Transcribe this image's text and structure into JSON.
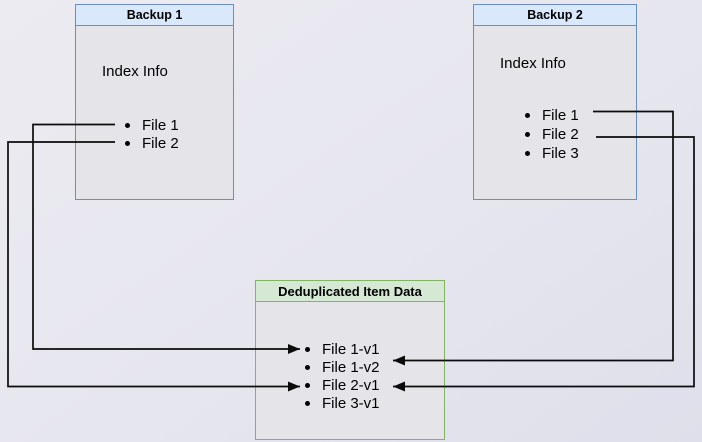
{
  "diagram": {
    "backup1": {
      "title": "Backup 1",
      "section_label": "Index Info",
      "items": [
        {
          "label": "File 1"
        },
        {
          "label": "File 2"
        }
      ]
    },
    "backup2": {
      "title": "Backup 2",
      "section_label": "Index Info",
      "items": [
        {
          "label": "File 1"
        },
        {
          "label": "File 2"
        },
        {
          "label": "File 3"
        }
      ]
    },
    "dedup": {
      "title": "Deduplicated Item Data",
      "items": [
        {
          "label": "File 1-v1"
        },
        {
          "label": "File 1-v2"
        },
        {
          "label": "File 2-v1"
        },
        {
          "label": "File 3-v1"
        }
      ]
    },
    "connections": [
      {
        "from": "Backup 1 / File 1",
        "to": "File 1-v1",
        "route": "left"
      },
      {
        "from": "Backup 1 / File 2",
        "to": "File 2-v1",
        "route": "left"
      },
      {
        "from": "Backup 2 / File 1",
        "to": "File 1-v2",
        "route": "right"
      },
      {
        "from": "Backup 2 / File 2",
        "to": "File 2-v1",
        "route": "right"
      }
    ],
    "colors": {
      "backup_header_fill": "#dae8fc",
      "backup_border": "#6c8ebf",
      "dedup_header_fill": "#d5e8d4",
      "dedup_border": "#82b366",
      "arrow": "#0b0b0b",
      "background": "#e6e6ef"
    }
  }
}
